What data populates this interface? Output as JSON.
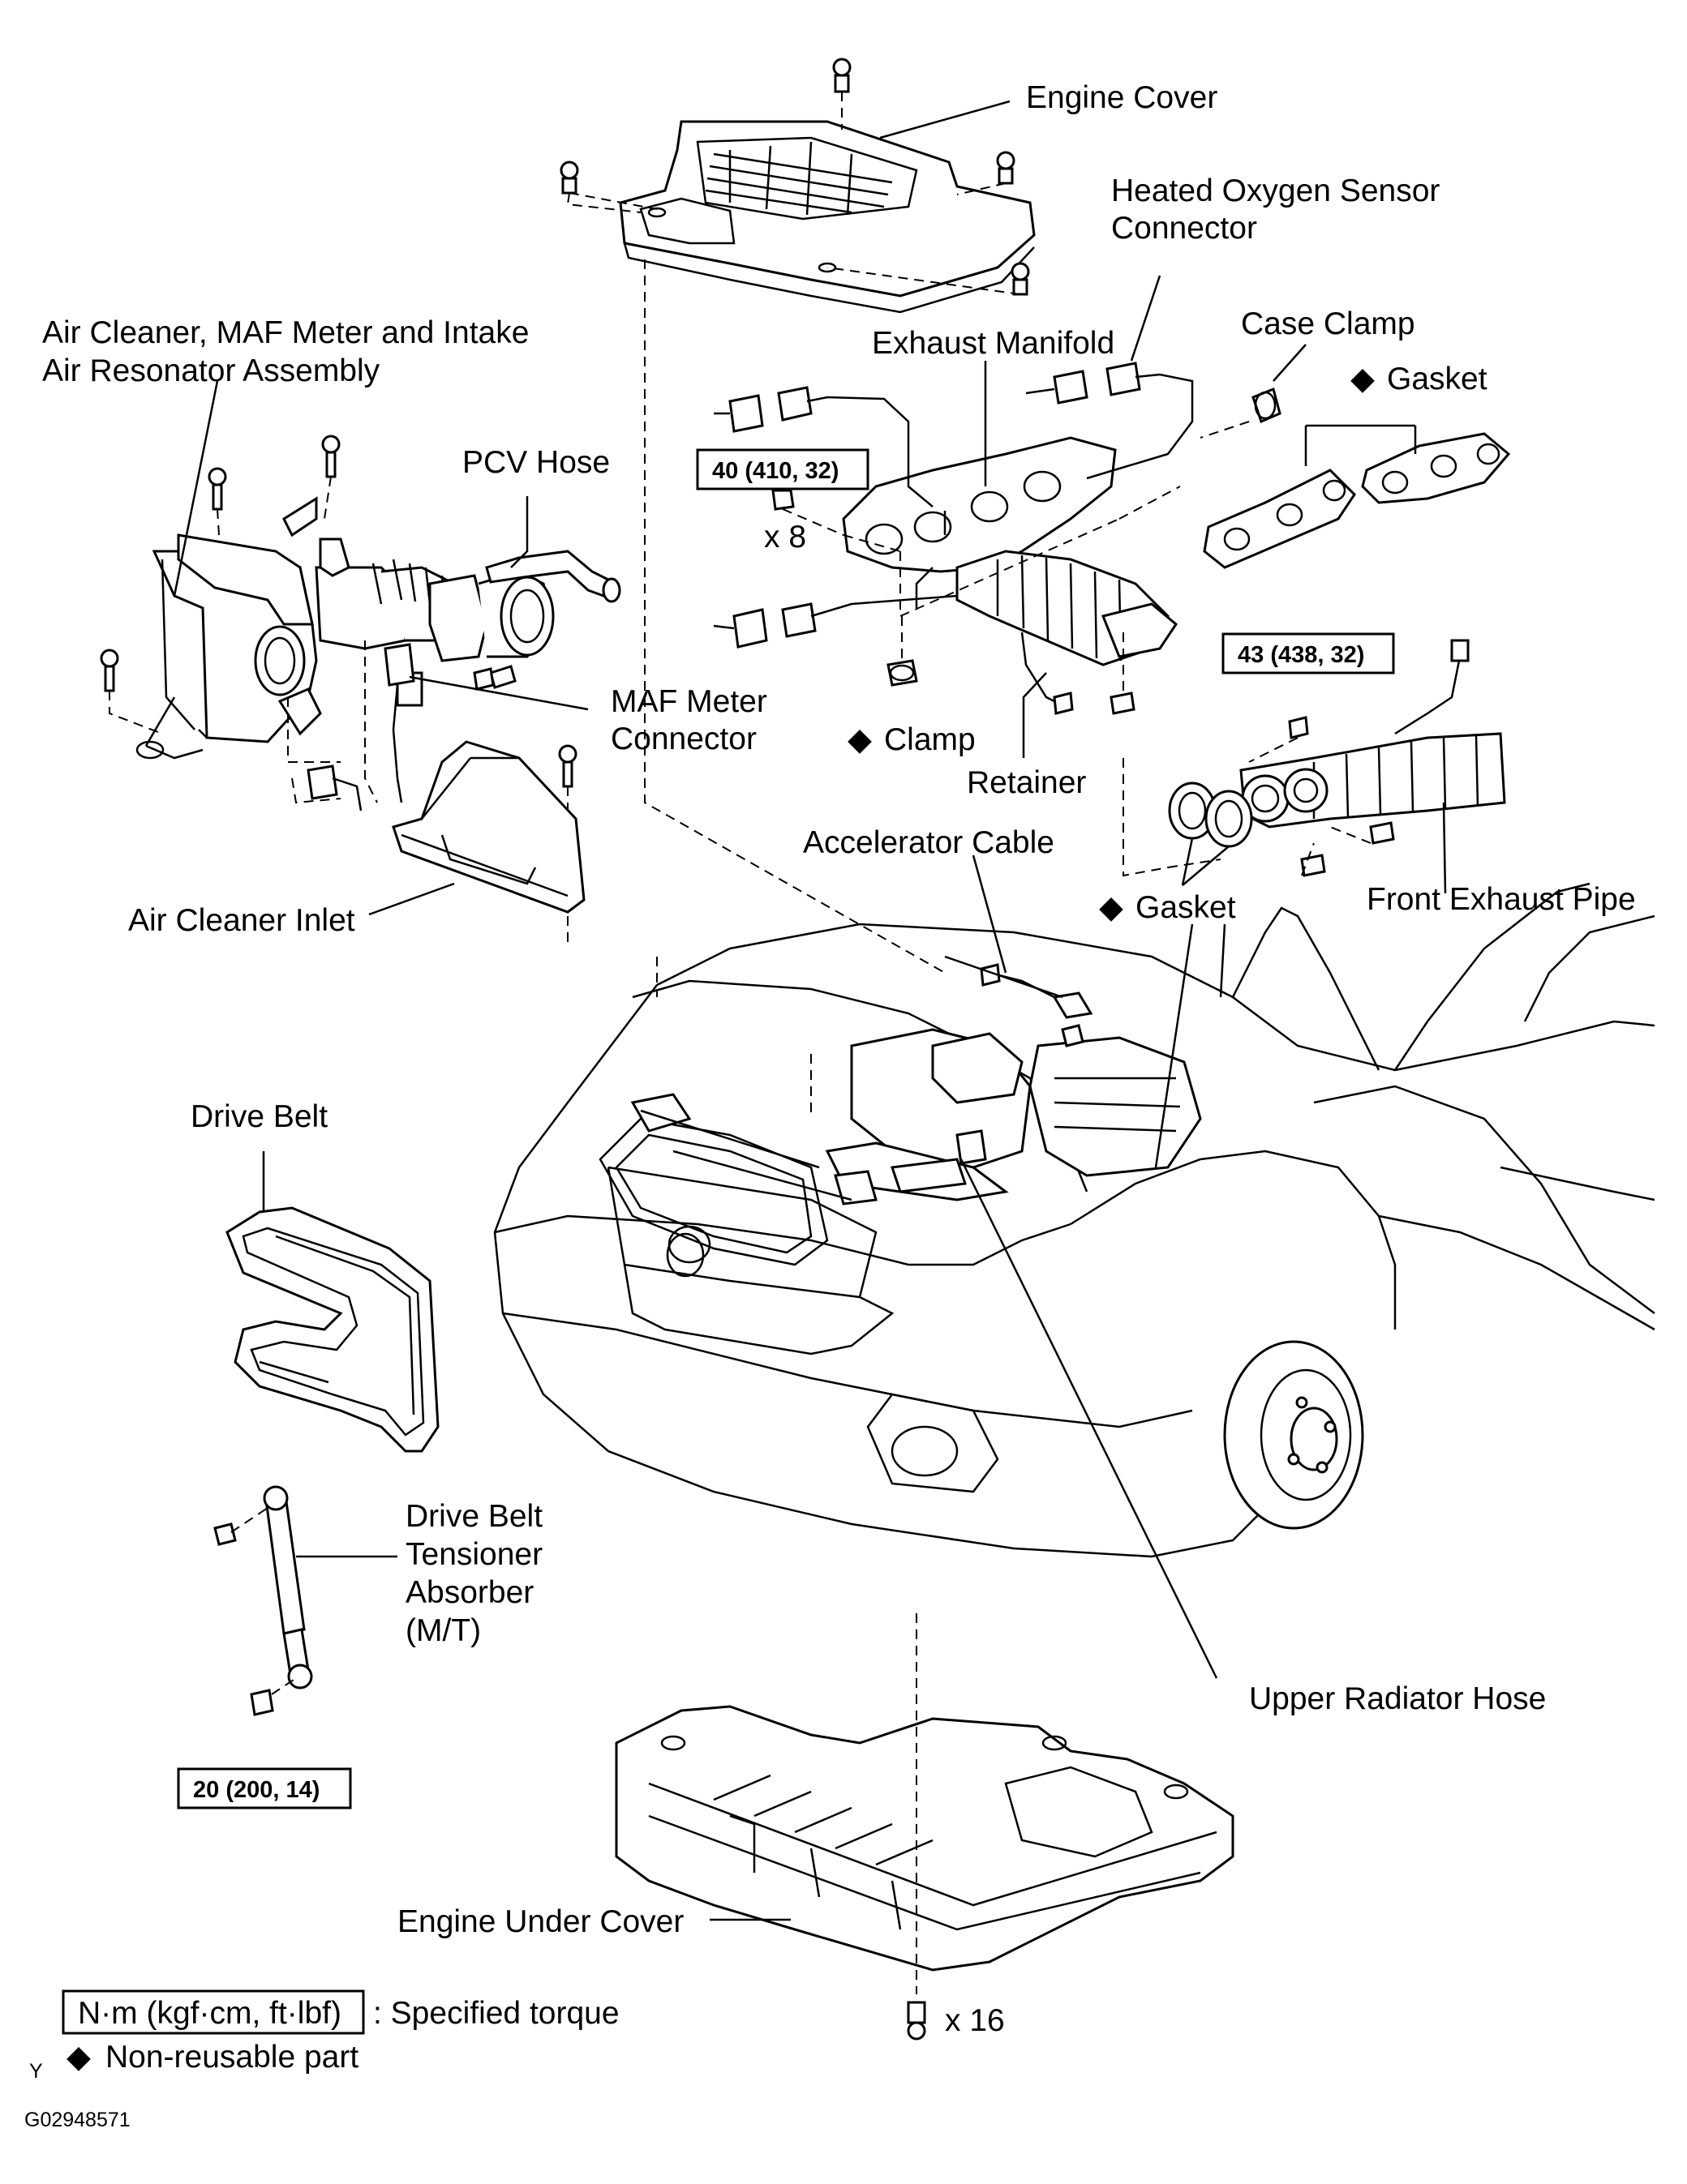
{
  "labels": {
    "engine_cover": "Engine Cover",
    "heated_oxygen_sensor_connector_1": "Heated Oxygen Sensor",
    "heated_oxygen_sensor_connector_2": "Connector",
    "case_clamp": "Case Clamp",
    "gasket_manifold": "Gasket",
    "exhaust_manifold": "Exhaust Manifold",
    "air_cleaner_assembly_1": "Air Cleaner,  MAF Meter and Intake",
    "air_cleaner_assembly_2": "Air Resonator Assembly",
    "pcv_hose": "PCV Hose",
    "nut_count": "x 8",
    "maf_meter_connector_1": "MAF Meter",
    "maf_meter_connector_2": "Connector",
    "clamp": "Clamp",
    "retainer": "Retainer",
    "accelerator_cable": "Accelerator Cable",
    "gasket_pipe": "Gasket",
    "front_exhaust_pipe": "Front Exhaust Pipe",
    "air_cleaner_inlet": "Air Cleaner Inlet",
    "drive_belt": "Drive Belt",
    "tensioner_1": "Drive Belt",
    "tensioner_2": "Tensioner",
    "tensioner_3": "Absorber",
    "tensioner_4": "(M/T)",
    "upper_radiator_hose": "Upper Radiator Hose",
    "engine_under_cover": "Engine Under Cover",
    "bolt_count": "x 16"
  },
  "torques": {
    "manifold_nut": "40 (410, 32)",
    "exhaust_pipe_bolt": "43 (438, 32)",
    "tensioner_bolt": "20 (200, 14)"
  },
  "legend": {
    "torque_unit": "N·m (kgf·cm, ft·lbf)",
    "torque_desc": ": Specified torque",
    "nonreusable_desc": "Non-reusable part"
  },
  "symbols": {
    "nonreusable": "◆"
  },
  "footer": {
    "mark": "Y",
    "figure_id": "G02948571"
  }
}
